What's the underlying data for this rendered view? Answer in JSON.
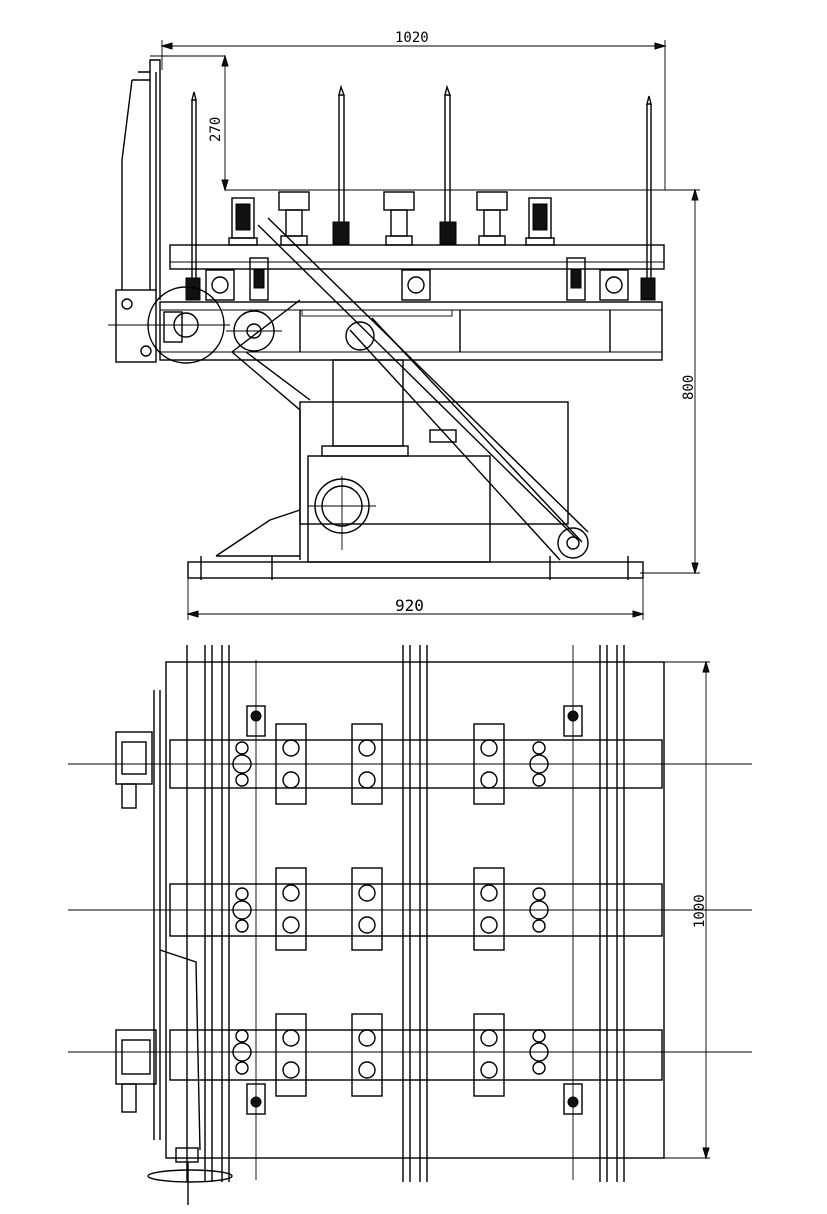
{
  "drawing": {
    "dimensions": {
      "overall_width_top": "1020",
      "tool_height": "270",
      "overall_height": "800",
      "base_width": "920",
      "plan_depth": "1000"
    }
  }
}
